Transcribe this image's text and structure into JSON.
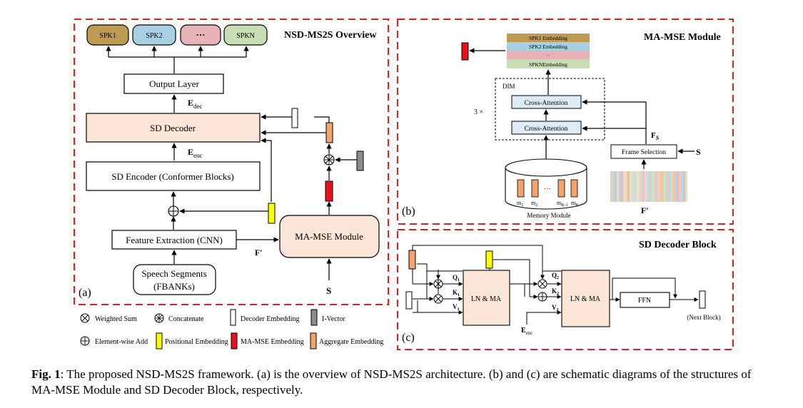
{
  "panel_a": {
    "title": "NSD-MS2S Overview",
    "label": "(a)",
    "speakers": [
      "SPK1",
      "SPK2",
      "···",
      "SPKN"
    ],
    "output_layer": "Output Layer",
    "e_dec": "E",
    "e_dec_sub": "dec",
    "sd_decoder": "SD Decoder",
    "e_enc": "E",
    "e_enc_sub": "enc",
    "sd_encoder": "SD Encoder (Conformer Blocks)",
    "feature_extraction": "Feature Extraction (CNN)",
    "f_prime": "F′",
    "ma_mse_module": "MA-MSE Module",
    "speech_segments_line1": "Speech Segments",
    "speech_segments_line2": "(FBANKs)",
    "s_label": "S"
  },
  "panel_b": {
    "title": "MA-MSE Module",
    "label": "(b)",
    "embeddings": [
      "SPK1 Embedding",
      "SPK2 Embedding",
      "··",
      "SPKNEmbedding"
    ],
    "dim": "DIM",
    "repeat": "3 ×",
    "cross_attention_1": "Cross-Attention",
    "cross_attention_2": "Cross-Attention",
    "fs": "F",
    "fs_sub": "S",
    "frame_selection": "Frame Selection",
    "s_label": "S",
    "memory_items": [
      "m",
      "m",
      "···",
      "m",
      "m"
    ],
    "memory_subs": [
      "1",
      "2",
      "",
      "K-1",
      "K"
    ],
    "memory_module": "Memory Module",
    "f_prime": "F′"
  },
  "panel_c": {
    "title": "SD Decoder Block",
    "label": "(c)",
    "ln_ma_1": "LN & MA",
    "ln_ma_2": "LN & MA",
    "ffn": "FFN",
    "q1": "Q",
    "q1_sub": "1",
    "k1": "K",
    "k1_sub": "1",
    "v1": "V",
    "v1_sub": "1",
    "q2": "Q",
    "q2_sub": "2",
    "k2": "K",
    "k2_sub": "2",
    "v2": "V",
    "v2_sub": "2",
    "e_enc": "E",
    "e_enc_sub": "enc",
    "next_block": "(Next Block)"
  },
  "legend": {
    "weighted_sum": "Weighted Sum",
    "concatenate": "Concatenate",
    "decoder_embedding": "Decoder Embedding",
    "i_vector": "I-Vector",
    "element_wise_add": "Element-wise Add",
    "positional_embedding": "Positional Embedding",
    "ma_mse_embedding": "MA-MSE Embedding",
    "aggregate_embedding": "Aggregate Embedding"
  },
  "caption": {
    "fig_label": "Fig. 1",
    "text": ": The proposed NSD-MS2S framework. (a) is the overview of NSD-MS2S architecture. (b) and (c) are schematic diagrams of the structures of MA-MSE Module and SD Decoder Block, respectively."
  },
  "colors": {
    "frame": "#e0201e",
    "spk1": "#bf9a52",
    "spk2": "#a9cfe3",
    "spk3": "#e7b3b6",
    "spkn": "#c7ddb3",
    "peach": "#fbe5d6",
    "peach_border": "#c9a58a",
    "orange": "#f4a36b",
    "red": "#e8101a",
    "yellow": "#ffff00",
    "gray": "#8c8c8c",
    "panel_b_blue": "#dcebf6"
  }
}
